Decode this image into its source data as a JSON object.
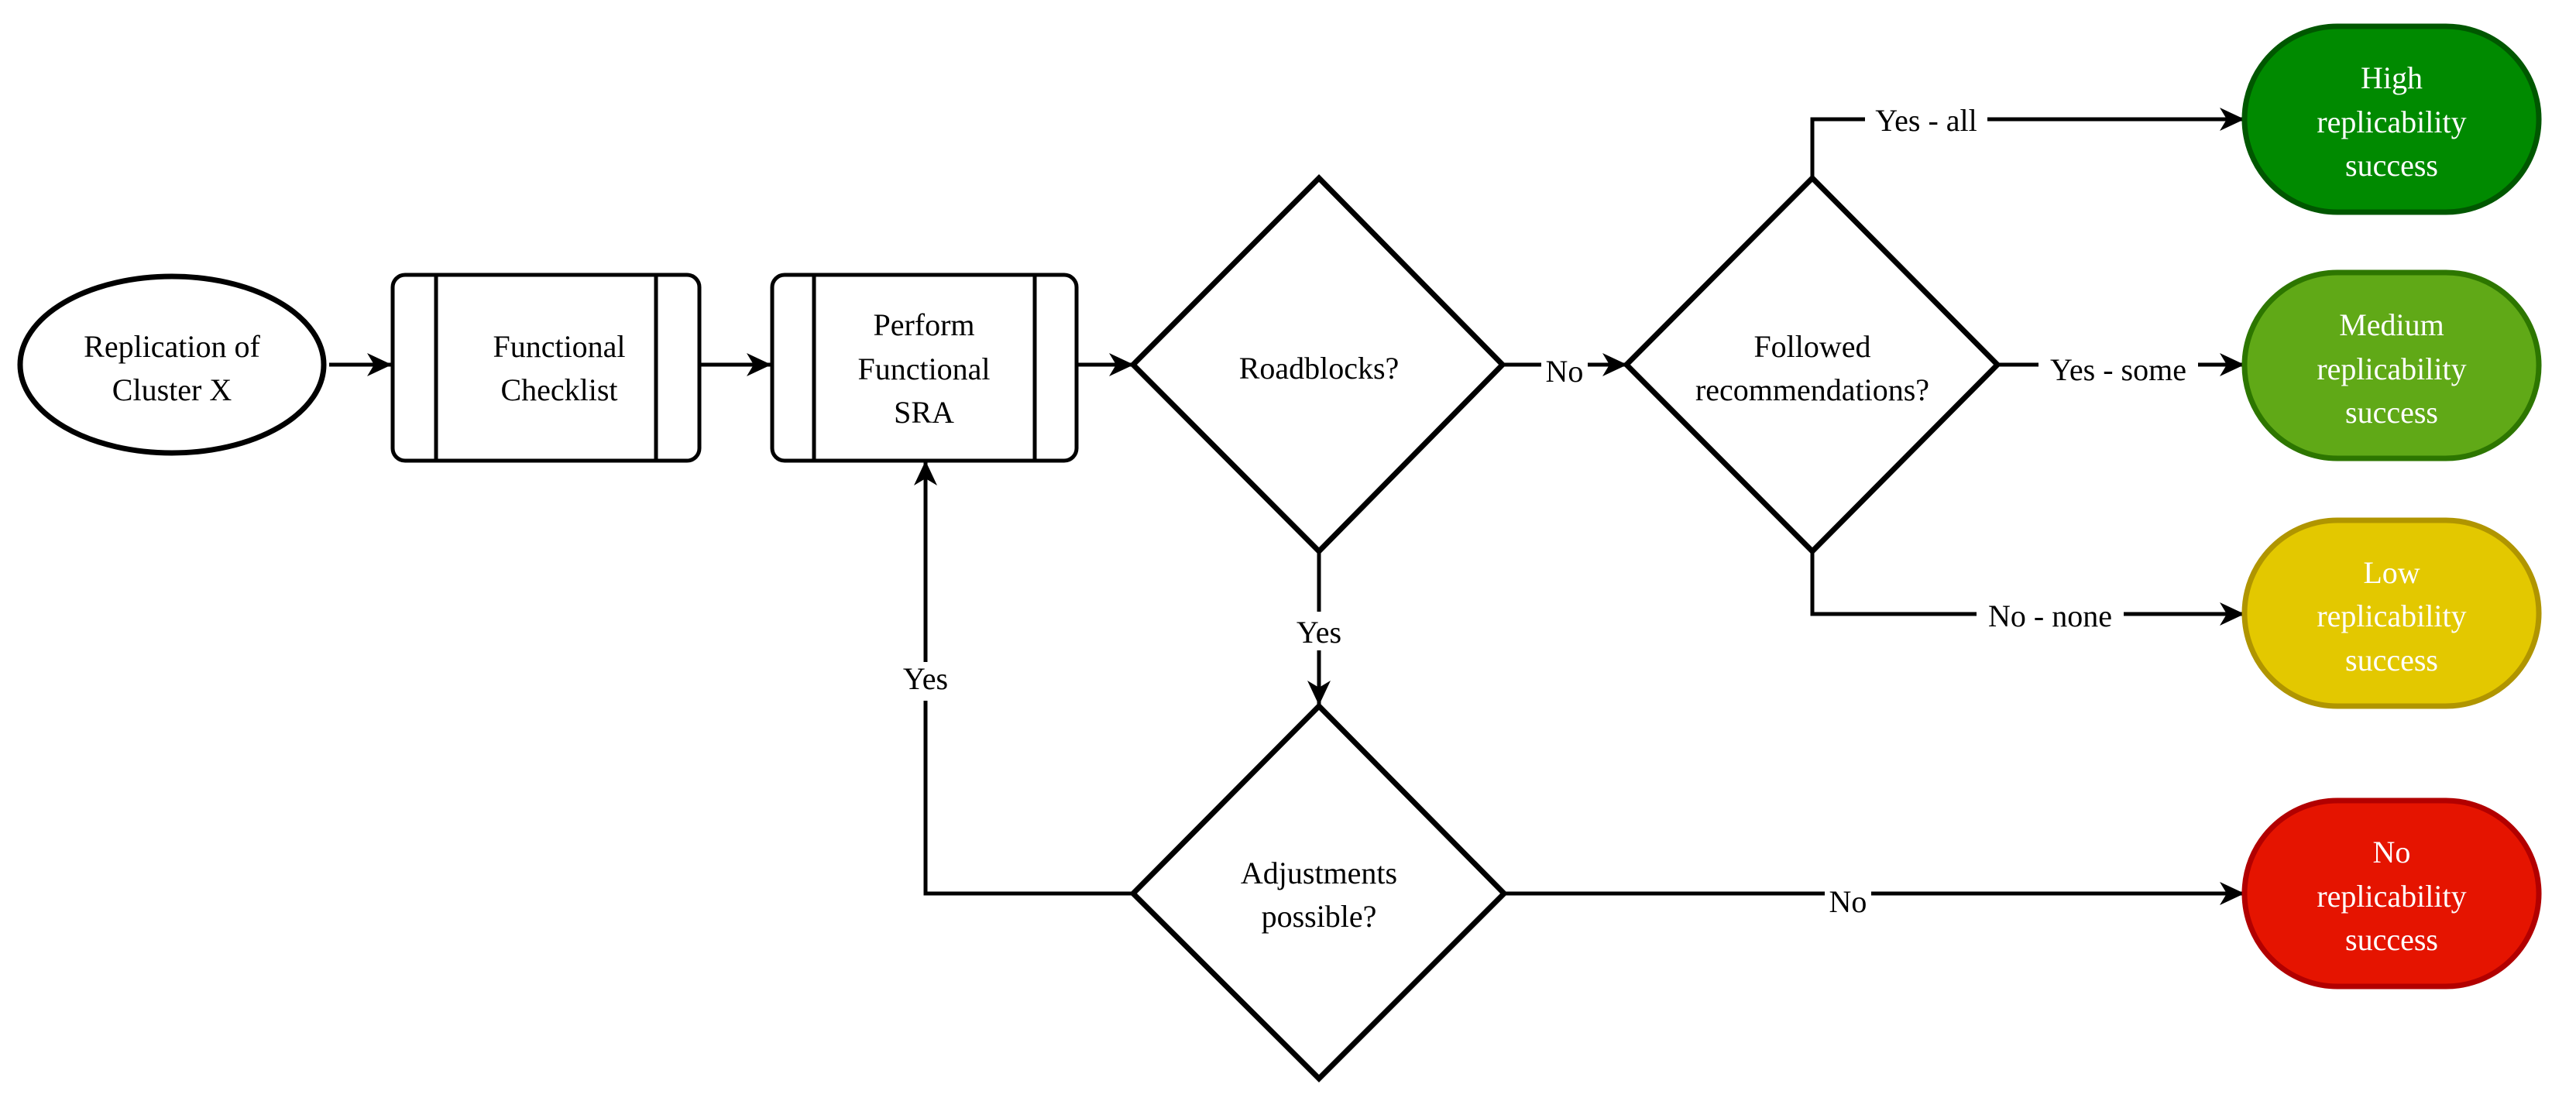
{
  "diagram": {
    "nodes": {
      "start": {
        "label": [
          "Replication of",
          "Cluster X"
        ]
      },
      "checklist": {
        "label": [
          "Functional",
          "Checklist"
        ]
      },
      "sra": {
        "label": [
          "Perform",
          "Functional",
          "SRA"
        ]
      },
      "roadblocks": {
        "label": [
          "Roadblocks?"
        ]
      },
      "followed": {
        "label": [
          "Followed",
          "recommendations?"
        ]
      },
      "adjustments": {
        "label": [
          "Adjustments",
          "possible?"
        ]
      },
      "high": {
        "label": [
          "High",
          "replicability",
          "success"
        ]
      },
      "medium": {
        "label": [
          "Medium",
          "replicability",
          "success"
        ]
      },
      "low": {
        "label": [
          "Low",
          "replicability",
          "success"
        ]
      },
      "none": {
        "label": [
          "No",
          "replicability",
          "success"
        ]
      }
    },
    "edge_labels": {
      "roadblocks_no": "No",
      "roadblocks_yes": "Yes",
      "adjust_yes": "Yes",
      "adjust_no": "No",
      "followed_all": "Yes - all",
      "followed_some": "Yes - some",
      "followed_none": "No - none"
    },
    "colors": {
      "high_fill": "#008a00",
      "high_stroke": "#005700",
      "medium_fill": "#60a917",
      "medium_stroke": "#2d7600",
      "low_fill": "#e3c800",
      "low_stroke": "#b09500",
      "none_fill": "#e51400",
      "none_stroke": "#b20000"
    }
  }
}
